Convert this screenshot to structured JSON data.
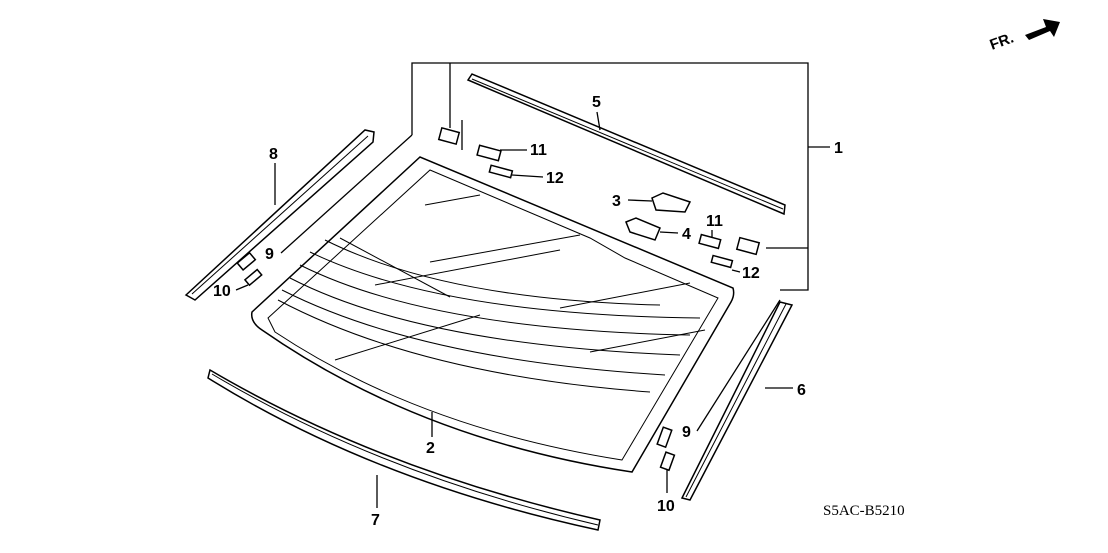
{
  "diagram": {
    "orientation_label": "FR.",
    "diagram_code": "S5AC-B5210",
    "callouts": {
      "c1": "1",
      "c2": "2",
      "c3": "3",
      "c4": "4",
      "c5": "5",
      "c6": "6",
      "c7": "7",
      "c8": "8",
      "c9a": "9",
      "c9b": "9",
      "c10a": "10",
      "c10b": "10",
      "c11a": "11",
      "c11b": "11",
      "c12a": "12",
      "c12b": "12"
    }
  }
}
